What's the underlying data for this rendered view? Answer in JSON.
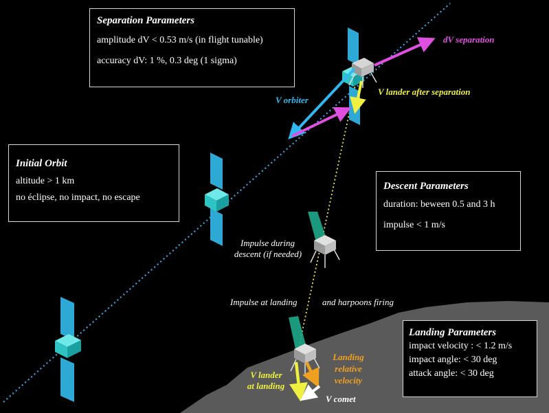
{
  "separation": {
    "title": "Separation Parameters",
    "lines": [
      "amplitude dV < 0.53 m/s (in flight tunable)",
      "accuracy dV: 1 %, 0.3 deg (1 sigma)"
    ]
  },
  "initial_orbit": {
    "title": "Initial Orbit",
    "lines": [
      "altitude  > 1 km",
      "no éclipse, no impact, no escape"
    ]
  },
  "descent": {
    "title": "Descent Parameters",
    "lines": [
      "duration: beween 0.5 and 3 h",
      "impulse < 1 m/s"
    ]
  },
  "landing": {
    "title": "Landing Parameters",
    "lines": [
      "impact velocity  : < 1.2 m/s",
      "impact angle: < 30 deg",
      "attack angle: < 30 deg"
    ]
  },
  "labels": {
    "dv_separation": "dV separation",
    "v_orbiter": "V orbiter",
    "v_lander_after": "V lander after separation",
    "impulse_descent_1": "Impulse during",
    "impulse_descent_2": "descent (if needed)",
    "impulse_landing": "Impulse at landing",
    "harpoons": "and harpoons firing",
    "v_lander_landing_1": "V lander",
    "v_lander_landing_2": "at landing",
    "landing_rel_1": "Landing",
    "landing_rel_2": "relative",
    "landing_rel_3": "velocity",
    "v_comet": "V comet"
  },
  "colors": {
    "background": "#000000",
    "orbit_path": "#3aa8e8",
    "spacecraft_panel": "#2ea9d6",
    "spacecraft_body": "#3fd6d6",
    "dv_separation": "#e050e0",
    "v_orbiter": "#30b8f0",
    "v_lander": "#f0f040",
    "landing_relative": "#f0a020",
    "v_comet": "#ffffff",
    "comet_surface": "#5a5a5a",
    "thruster_plume": "#1fa88a"
  }
}
